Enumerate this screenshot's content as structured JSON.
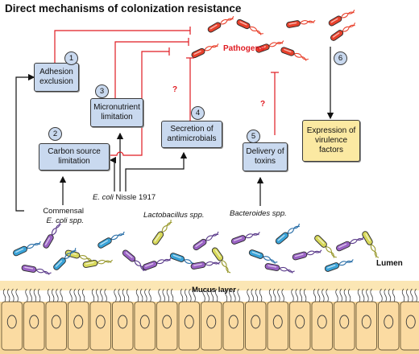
{
  "title": "Direct mechanisms of colonization resistance",
  "mechanisms": [
    {
      "number": "1",
      "label": "Adhesion exclusion"
    },
    {
      "number": "2",
      "label": "Carbon source limitation"
    },
    {
      "number": "3",
      "label": "Micronutrient limitation"
    },
    {
      "number": "4",
      "label": "Secretion of antimicrobials"
    },
    {
      "number": "5",
      "label": "Delivery of toxins"
    },
    {
      "number": "6",
      "label": "Expression of virulence factors"
    }
  ],
  "sources": {
    "commensal_1": "Commensal",
    "commensal_2": "E. coli spp.",
    "ecoli_italic": "E. coli",
    "ecoli_rest": " Nissle 1917",
    "lactobacillus": "Lactobacillus spp.",
    "bacteroides": "Bacteroides spp."
  },
  "pathogens_label": "Pathogens",
  "unknown_marker": "?",
  "lumen_label": "Lumen",
  "mucus_label": "Mucus layer",
  "colors": {
    "box_blue": "#c9d9ef",
    "box_yellow": "#fbe9a2",
    "inhibit_red": "#e01b22",
    "pathogen_red": "#e8412c",
    "epithelium": "#fbdba2",
    "mucus": "#fbe6b4"
  }
}
